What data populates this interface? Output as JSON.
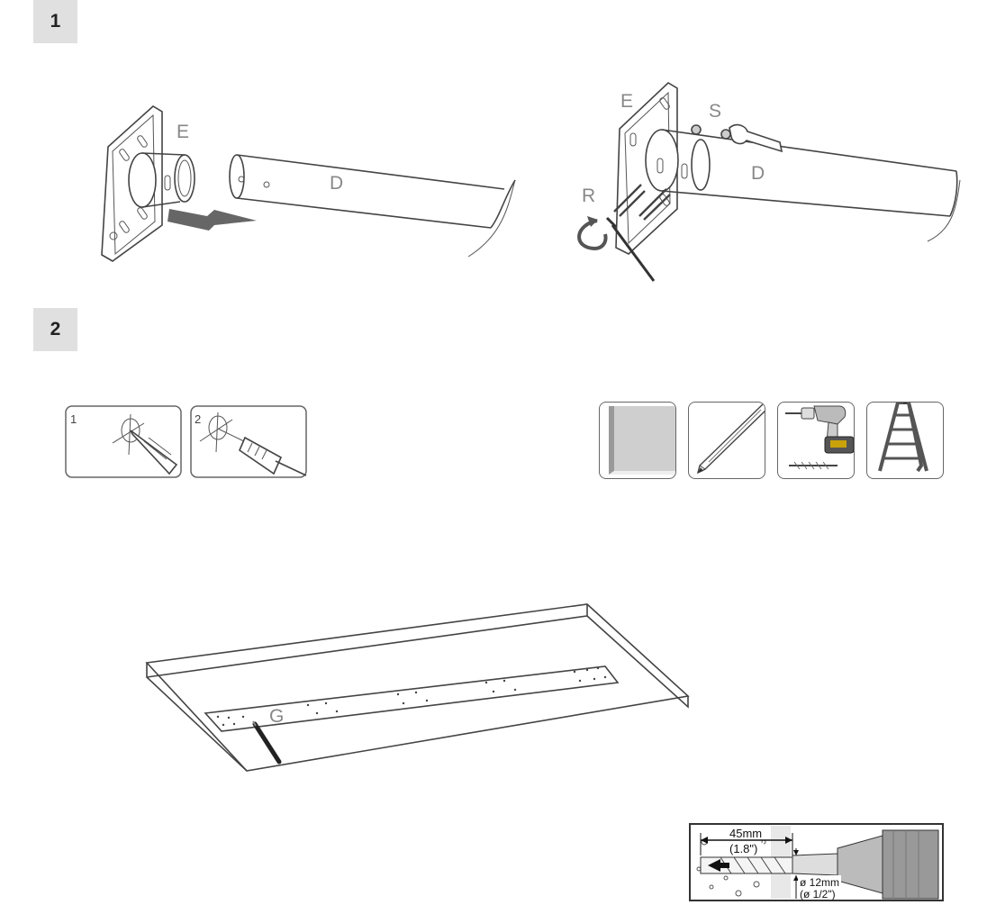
{
  "steps": [
    {
      "number": "1"
    },
    {
      "number": "2"
    }
  ],
  "step1": {
    "left": {
      "label_plate": "E",
      "label_tube": "D"
    },
    "right": {
      "label_plate": "E",
      "label_nut": "S",
      "label_tube": "D",
      "label_key": "R"
    }
  },
  "step2": {
    "mini_panels": [
      {
        "number": "1",
        "icon": "pencil-marking-icon"
      },
      {
        "number": "2",
        "icon": "drilling-mark-icon"
      }
    ],
    "tools": [
      {
        "icon": "wall-icon"
      },
      {
        "icon": "pencil-icon"
      },
      {
        "icon": "power-drill-icon"
      },
      {
        "icon": "ladder-icon"
      }
    ],
    "ceiling_label": "G",
    "drill_depth": {
      "mm": "45mm",
      "in": "(1.8\")"
    },
    "drill_diameter": {
      "mm": "ø 12mm",
      "in": "(ø 1/2\")"
    }
  }
}
